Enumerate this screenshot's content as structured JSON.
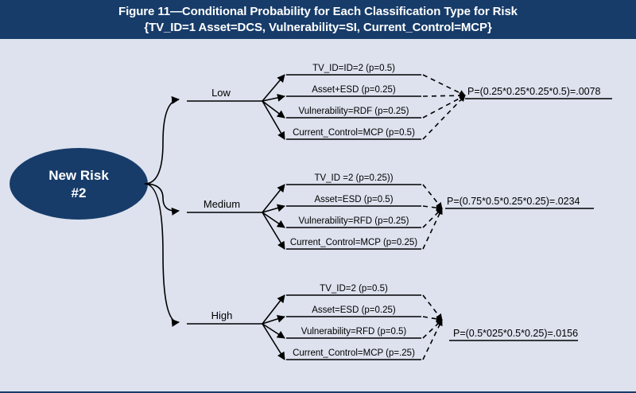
{
  "header": {
    "line1": "Figure 11—Conditional Probability for Each Classification Type for Risk",
    "line2": "{TV_ID=1 Asset=DCS, Vulnerability=SI, Current_Control=MCP}"
  },
  "root": {
    "line1": "New Risk",
    "line2": "#2"
  },
  "colors": {
    "header_bg": "#173c6a",
    "root_fill": "#173c6a",
    "background": "#dde2ee",
    "line": "#000000"
  },
  "branches": [
    {
      "label": "Low",
      "factors": [
        "TV_ID=ID=2 (p=0.5)",
        "Asset+ESD (p=0.25)",
        "Vulnerability=RDF (p=0.25)",
        "Current_Control=MCP (p=0.5)"
      ],
      "result": "P=(0.25*0.25*0.25*0.5)=.0078"
    },
    {
      "label": "Medium",
      "factors": [
        "TV_ID =2 (p=0.25))",
        "Asset=ESD (p=0.5)",
        "Vulnerability=RFD (p=0.25)",
        "Current_Control=MCP (p=0.25)"
      ],
      "result": "P=(0.75*0.5*0.25*0.25)=.0234"
    },
    {
      "label": "High",
      "factors": [
        "TV_ID=2 (p=0.5)",
        "Asset=ESD (p=0.25)",
        "Vulnerability=RFD (p=0.5)",
        "Current_Control=MCP (p=.25)"
      ],
      "result": "P=(0.5*025*0.5*0.25)=.0156"
    }
  ]
}
